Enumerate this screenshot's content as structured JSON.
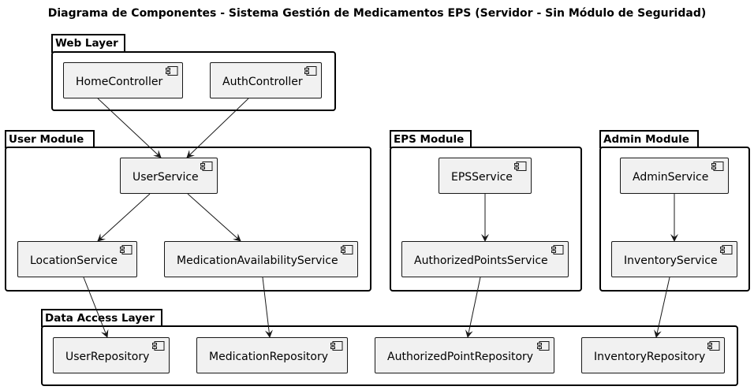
{
  "title": "Diagrama de Componentes - Sistema Gestión de Medicamentos EPS (Servidor - Sin Módulo de Seguridad)",
  "packages": {
    "web": "Web Layer",
    "user": "User Module",
    "eps": "EPS Module",
    "admin": "Admin Module",
    "data": "Data Access Layer"
  },
  "components": {
    "home_controller": "HomeController",
    "auth_controller": "AuthController",
    "user_service": "UserService",
    "location_service": "LocationService",
    "medication_availability_service": "MedicationAvailabilityService",
    "eps_service": "EPSService",
    "authorized_points_service": "AuthorizedPointsService",
    "admin_service": "AdminService",
    "inventory_service": "InventoryService",
    "user_repository": "UserRepository",
    "medication_repository": "MedicationRepository",
    "authorized_point_repository": "AuthorizedPointRepository",
    "inventory_repository": "InventoryRepository"
  },
  "dependencies": [
    [
      "home_controller",
      "user_service"
    ],
    [
      "auth_controller",
      "user_service"
    ],
    [
      "user_service",
      "location_service"
    ],
    [
      "user_service",
      "medication_availability_service"
    ],
    [
      "eps_service",
      "authorized_points_service"
    ],
    [
      "admin_service",
      "inventory_service"
    ],
    [
      "location_service",
      "user_repository"
    ],
    [
      "medication_availability_service",
      "medication_repository"
    ],
    [
      "authorized_points_service",
      "authorized_point_repository"
    ],
    [
      "inventory_service",
      "inventory_repository"
    ]
  ],
  "colors": {
    "component_fill": "#f1f1f1",
    "line": "#181818"
  }
}
